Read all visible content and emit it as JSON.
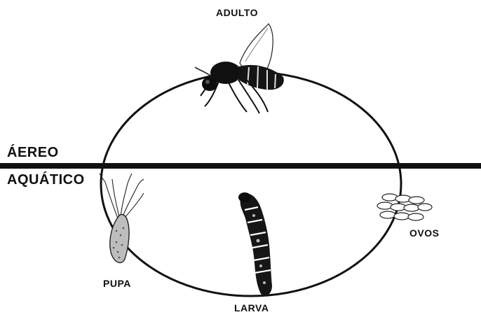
{
  "environments": {
    "air": "ÁEREO",
    "water": "AQUÁTICO"
  },
  "stages": {
    "adult": "ADULTO",
    "eggs": "OVOS",
    "larva": "LARVA",
    "pupa": "PUPA"
  },
  "icons": [
    "adult-fly-icon",
    "eggs-cluster-icon",
    "larva-icon",
    "pupa-icon"
  ]
}
